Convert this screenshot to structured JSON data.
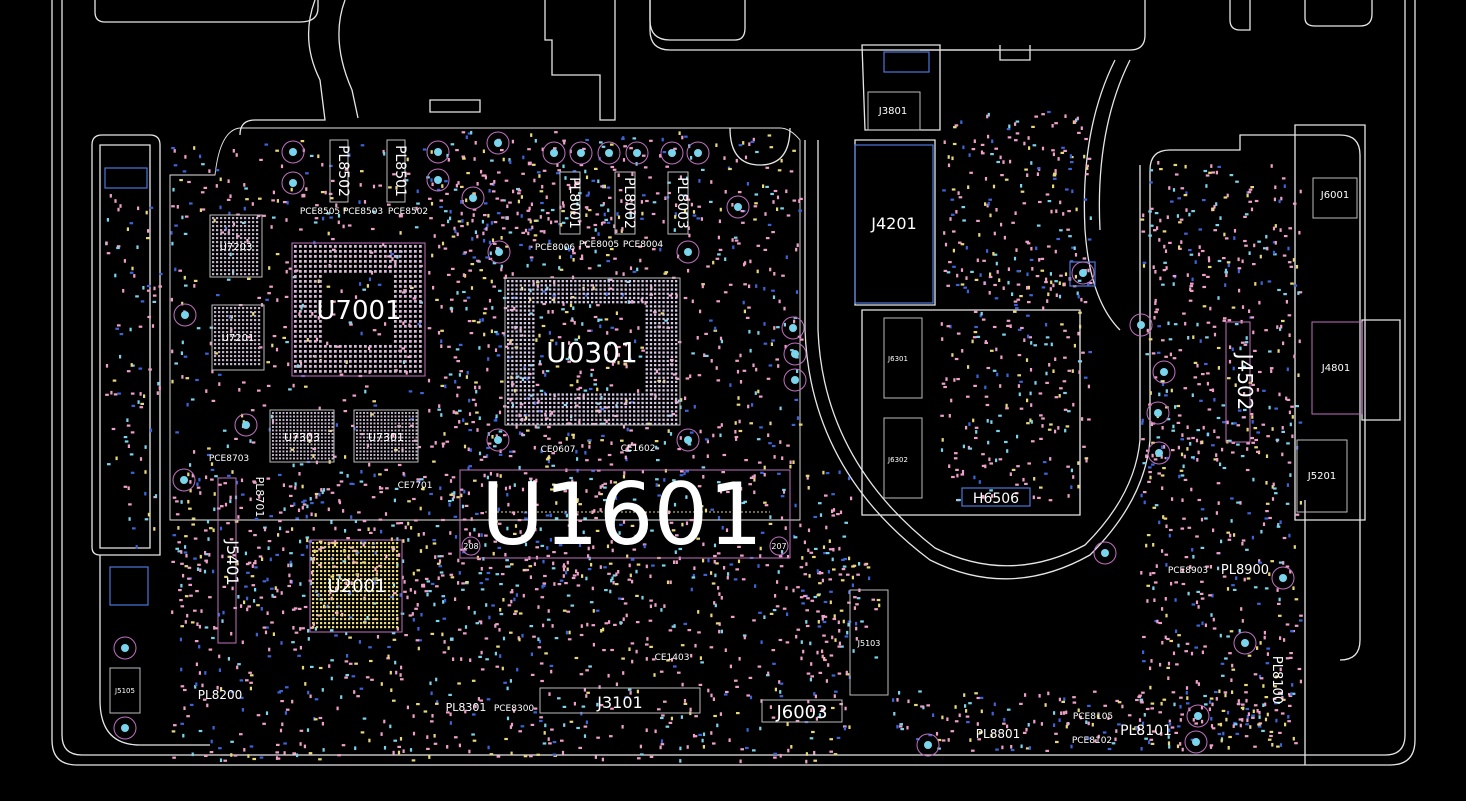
{
  "board": {
    "background": "#000000",
    "outline_color": "#e6e6e6",
    "colors": {
      "pad_pink": "#f0a0c8",
      "pad_yellow": "#e8d878",
      "pad_cyan": "#7ad4ec",
      "pad_blue": "#3c64d8",
      "silk_magenta": "#c070c0",
      "silk_blue": "#4a78d8",
      "text": "#ffffff"
    }
  },
  "labels": {
    "u1601": "U1601",
    "u0301": "U0301",
    "u7001": "U7001",
    "u2001": "U2001",
    "u7303": "U7303",
    "u7301": "U7301",
    "u7203": "U7203",
    "u7201": "U7201",
    "j4201": "J4201",
    "j3801": "J3801",
    "j6001": "J6001",
    "j4801": "J4801",
    "j4502": "J4502",
    "j5201": "J5201",
    "j6003": "J6003",
    "j3101": "J3101",
    "j5401": "J5401",
    "j5103": "J5103",
    "j5105": "J5105",
    "j6301": "J6301",
    "j6302": "J6302",
    "h6506": "H6506",
    "pl8502": "PL8502",
    "pl8501": "PL8501",
    "pl8001": "PL8001",
    "pl8002": "PL8002",
    "pl8003": "PL8003",
    "pl8200": "PL8200",
    "pl8301": "PL8301",
    "pl8801": "PL8801",
    "pl8101": "PL8101",
    "pl8100": "PL8100",
    "pl8900": "PL8900",
    "pl8701": "PL8701",
    "pce8505": "PCE8505",
    "pce8503": "PCE8503",
    "pce8502": "PCE8502",
    "pce8006": "PCE8006",
    "pce8005": "PCE8005",
    "pce8004": "PCE8004",
    "pce8703": "PCE8703",
    "pce8300": "PCE8300",
    "pce8903": "PCE8903",
    "pce8105": "PCE8105",
    "pce8102": "PCE8102",
    "ce7701": "CE7701",
    "ce0607": "CE0607",
    "ce1602": "CE1602",
    "ce1403": "CE1403",
    "pin_208": "208",
    "pin_207": "207"
  }
}
